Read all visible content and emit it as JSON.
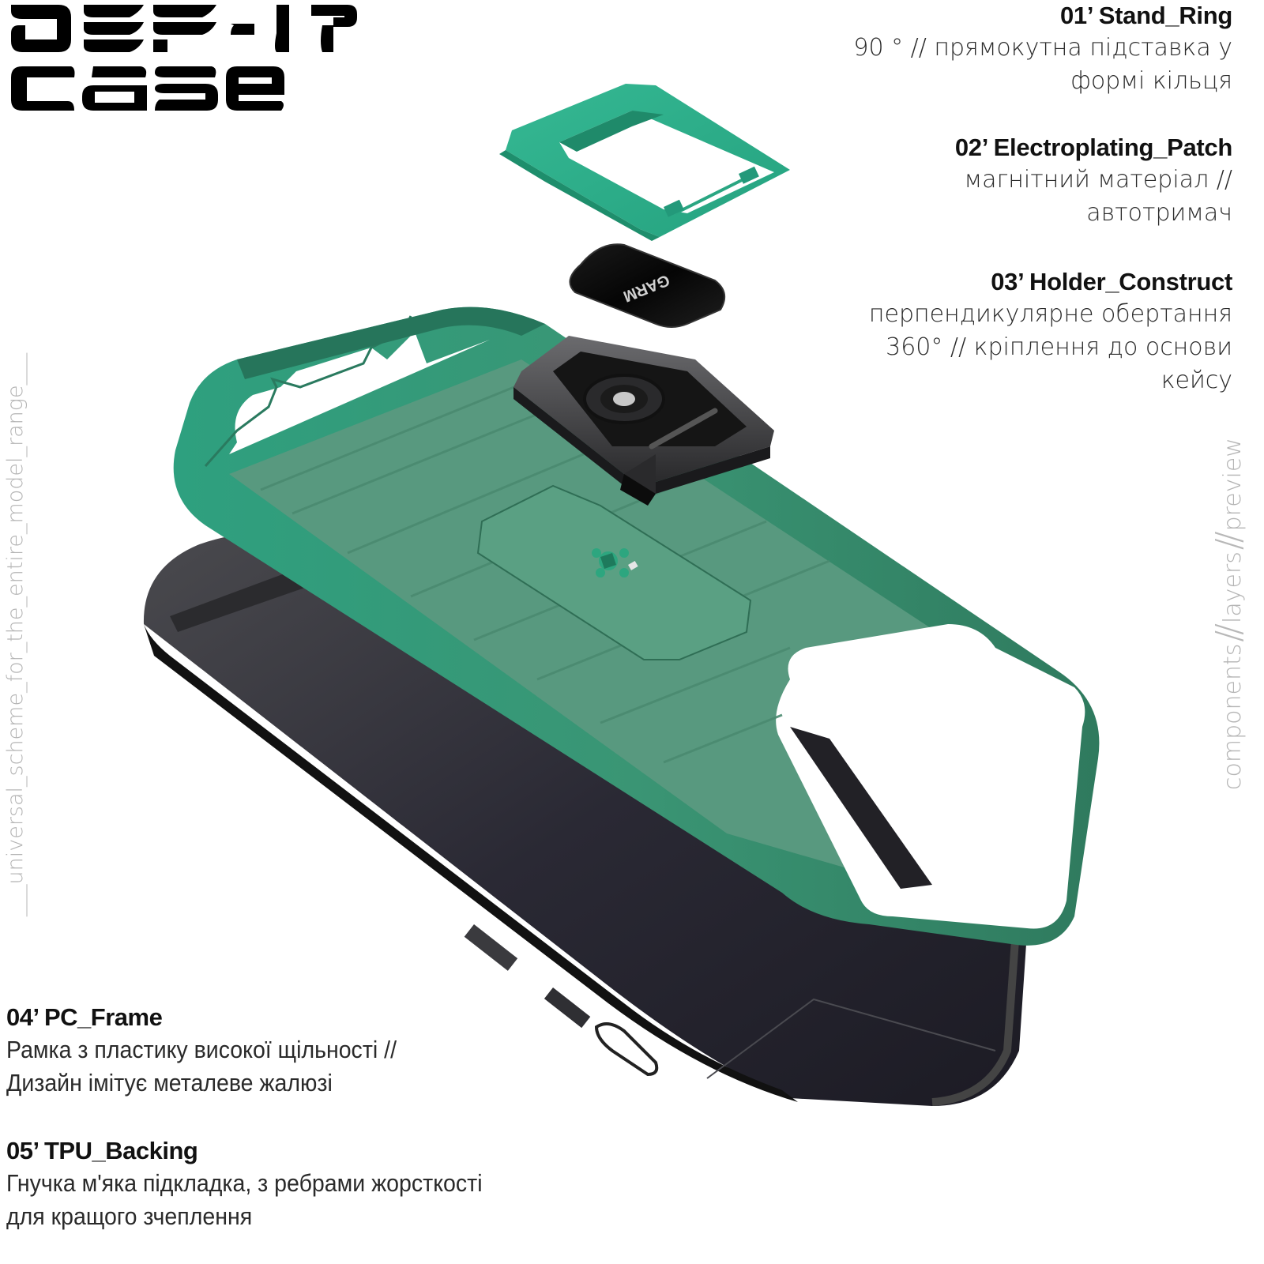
{
  "title": {
    "line1": "DEF-17",
    "line2": "Case"
  },
  "components": [
    {
      "id": "01",
      "heading": "01’ Stand_Ring",
      "description_lines": [
        "90 ° // прямокутна підставка у",
        "формі кільця"
      ]
    },
    {
      "id": "02",
      "heading": "02’ Electroplating_Patch",
      "description_lines": [
        "магнітний матеріал //",
        "автотримач"
      ]
    },
    {
      "id": "03",
      "heading": "03’ Holder_Construct",
      "description_lines": [
        "перпендикулярне обертання",
        "360° // кріплення до основи",
        "кейсу"
      ]
    },
    {
      "id": "04",
      "heading": "04’ PC_Frame",
      "description_lines": [
        "Рамка з пластику високої щільності //",
        "Дизайн імітує металеве жалюзі"
      ]
    },
    {
      "id": "05",
      "heading": "05’ TPU_Backing",
      "description_lines": [
        "Гнучка м'яка підкладка, з ребрами жорсткості",
        "для кращого зчеплення"
      ]
    }
  ],
  "side_captions": {
    "left": "___universal_scheme_for_the_entire_model_range___",
    "right_parts": [
      "components",
      "//",
      "layers",
      "//",
      "preview"
    ]
  },
  "patch_logo": "GARM",
  "colors": {
    "accent_green": "#2bab86",
    "frame_green": "#3d9a78",
    "panel_green": "#58997f",
    "tpu_dark": "#23222c",
    "holder_gray": "#3a3a3c",
    "text_dark": "#111111",
    "caption_gray": "#b4b4b4"
  }
}
